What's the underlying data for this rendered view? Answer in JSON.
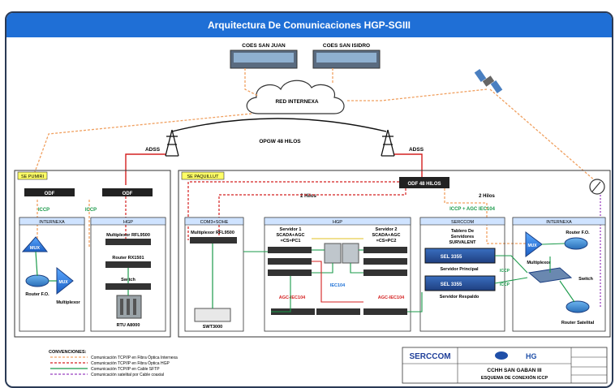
{
  "title": "Arquitectura De Comunicaciones HGP-SGIII",
  "coes": [
    "COES SAN JUAN",
    "COES SAN ISIDRO"
  ],
  "cloud": "RED INTERNEXA",
  "opgw": "OPGW 48 HILOS",
  "adss": "ADSS",
  "site_left": "SE PUMIRI",
  "site_right": "SE PAQUILLUT",
  "odf": "ODF",
  "odf48": "ODF 48 HILOS",
  "iccp": "ICCP",
  "iccp_agc": "ICCP + AGC IEC104",
  "hilos2": "2 Hilos",
  "internexa": "INTERNEXA",
  "hgp": "HGP",
  "com_sohe": "COM3+SOHE",
  "serccom_box": "SERCCOM",
  "mux": "MUX",
  "router_fo": "Router F.O.",
  "multiplexor": "Multiplexor",
  "multiplexor_model": "Multiplexor RFL9500",
  "router_rx": "Router RX1501",
  "switch": "Switch",
  "rtu": "RTU A8000",
  "swt": "SWT3000",
  "servidor1": [
    "Servidor 1",
    "SCADA+AGC",
    "=CS=PC1"
  ],
  "servidor2": [
    "Servidor 2",
    "SCADA+AGC",
    "=CS=PC2"
  ],
  "iec104": "IEC104",
  "agc_iec104": "AGC-IEC104",
  "tablero": [
    "Tablero De",
    "Servidores",
    "SURVALENT"
  ],
  "sel": "SEL 3355",
  "servidor_principal": "Servidor Principal",
  "servidor_respaldo": "Servidor Respaldo",
  "router_satelital": "Router Satelital",
  "legend": {
    "title": "CONVENCIONES:",
    "items": [
      {
        "label": "Comunicación TCP/IP en Fibra Óptica Internexa",
        "color": "#f0a060",
        "dash": true
      },
      {
        "label": "Comunicación TCP/IP en Fibra Óptica HGP",
        "color": "#d42020",
        "dash": true
      },
      {
        "label": "Comunicación TCP/IP en Cable SFTP",
        "color": "#1a9a4a",
        "dash": false
      },
      {
        "label": "Comunicación satelital por Cable coaxial",
        "color": "#9a40c0",
        "dash": true
      }
    ]
  },
  "title_block": {
    "company": "SERCCOM",
    "project": "CCHH SAN GABAN III",
    "drawing": "ESQUEMA DE CONEXIÓN ICCP"
  },
  "colors": {
    "title_bg": "#1f6fd6",
    "internexa": "#f0a060",
    "hgp_fiber": "#d42020",
    "sftp": "#1a9a4a",
    "satellite": "#9a40c0"
  }
}
